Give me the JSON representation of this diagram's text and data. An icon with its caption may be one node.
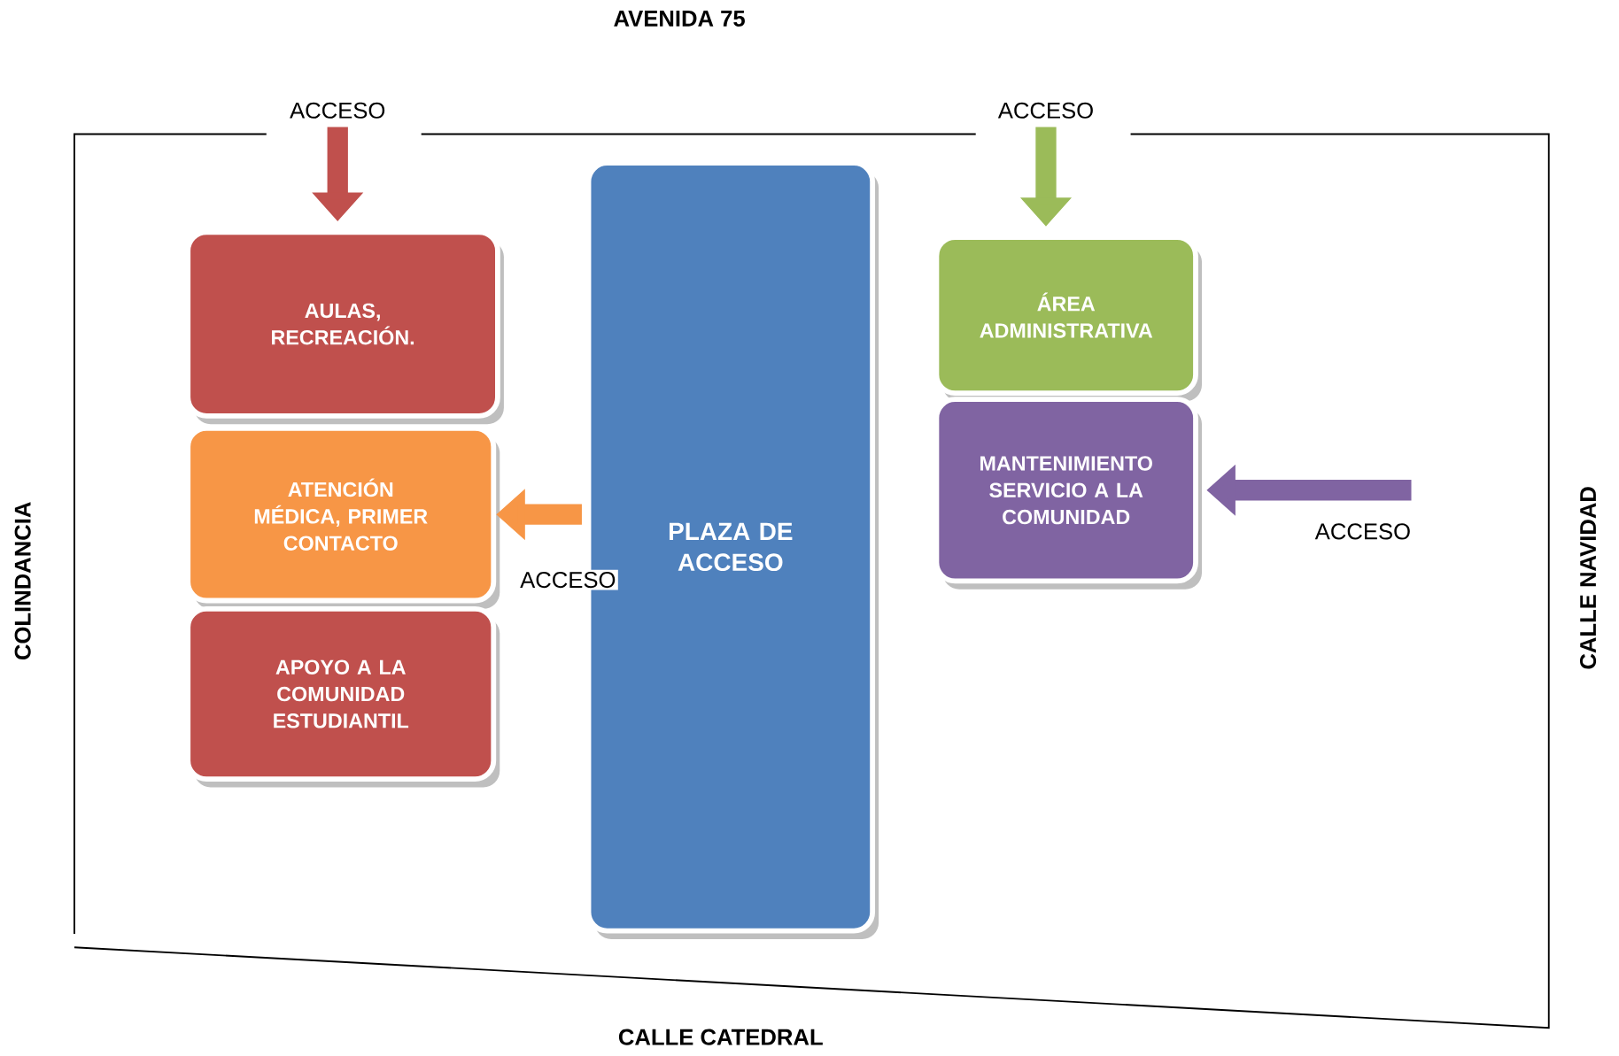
{
  "diagram": {
    "nodes": [
      {
        "text": [
          "AULAS, RECREACIÓN."
        ]
      },
      {
        "text": [
          "ATENCIÓN MÉDICA, PRIMER CONTACTO"
        ]
      },
      {
        "text": [
          "APOYO A LA COMUNIDAD ESTUDIANTIL"
        ]
      },
      {
        "text": [
          "PLAZA DE ACCESO"
        ]
      },
      {
        "text": [
          "ÁREA ADMINISTRATIVA"
        ]
      },
      {
        "text": [
          "MANTENIMIENTO SERVICIO A LA COMUNIDAD"
        ]
      },
      {
        "text": [
          "ACCESO"
        ]
      },
      {
        "text": [
          "ACCESO"
        ]
      },
      {
        "text": [
          "ACCESO"
        ]
      }
    ],
    "edges": [
      {
        "from": 6,
        "to": 0,
        "arrow": "to",
        "color": "#c0504d"
      },
      {
        "from": 7,
        "to": 4,
        "arrow": "to",
        "color": "#9bbb59"
      },
      {
        "from": 3,
        "to": 1,
        "arrow": "to",
        "color": "#f79646",
        "label": "ACCESO"
      },
      {
        "from": 8,
        "to": 5,
        "arrow": "to",
        "color": "#8064a2"
      }
    ],
    "labels": [
      "AVENIDA 75",
      "COLINDANCIA",
      "CALLE NAVIDAD",
      "CALLE CATEDRAL"
    ]
  }
}
